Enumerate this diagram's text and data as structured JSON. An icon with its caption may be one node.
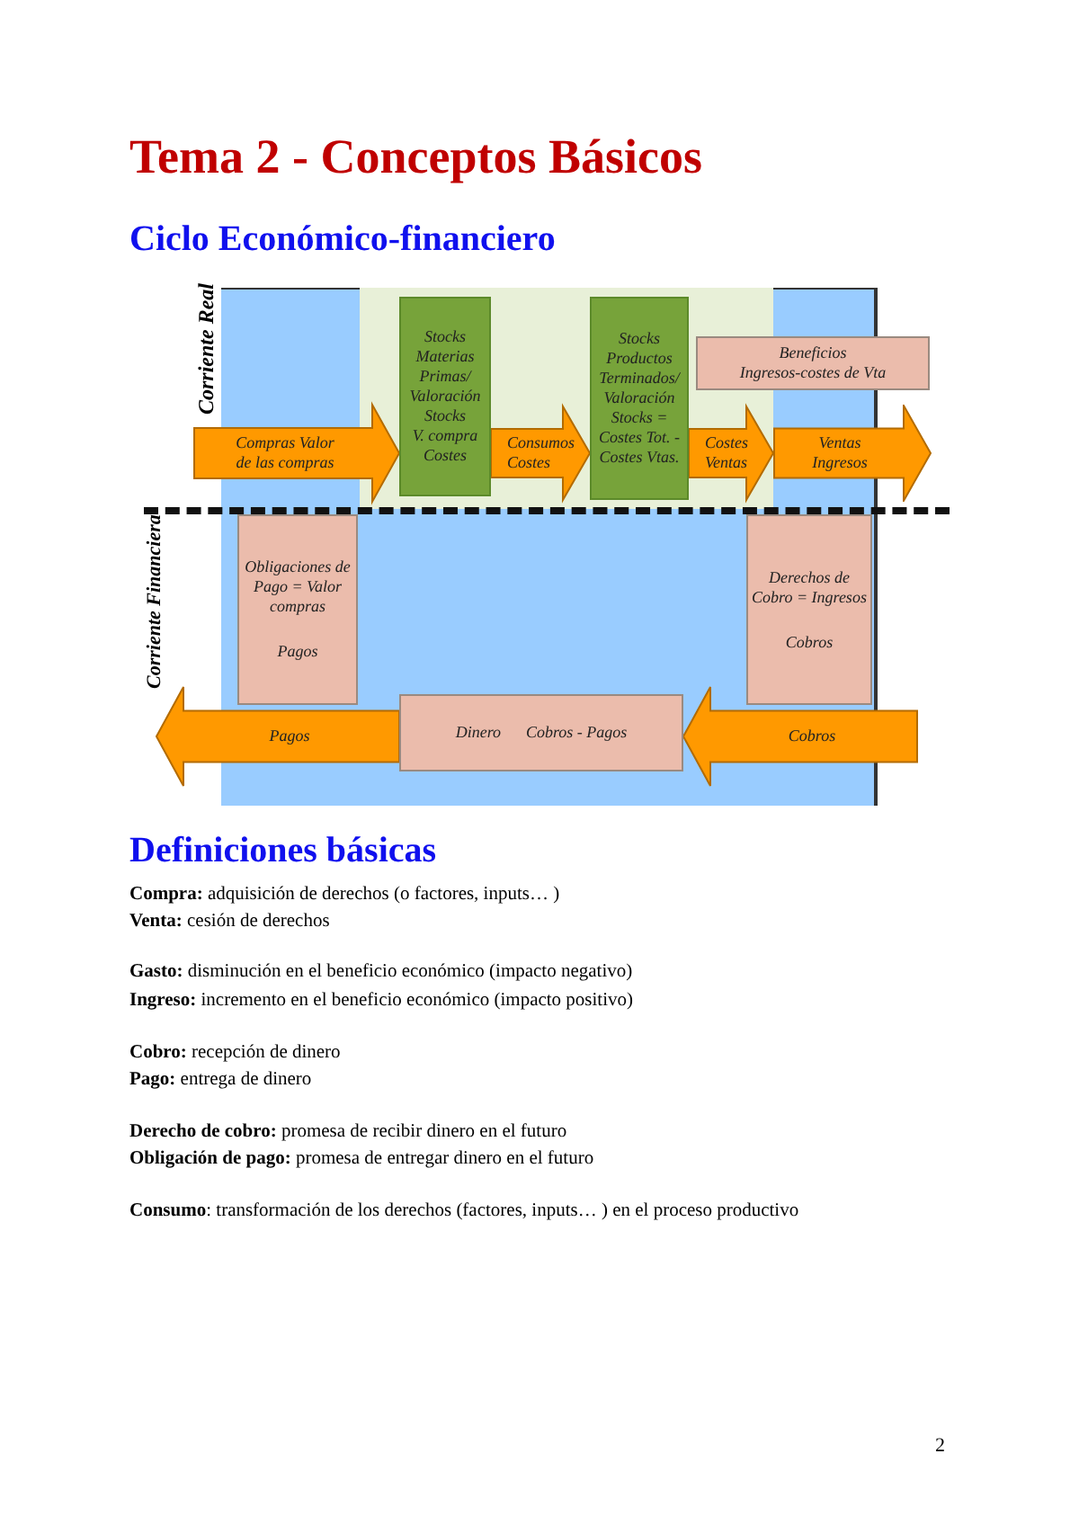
{
  "diagram": {
    "title": "Tema 2 - Conceptos Básicos",
    "nodes": [
      {
        "text": [
          "Stocks Materias Primas/",
          "Valoración Stocks",
          "V. compra Costes"
        ]
      },
      {
        "text": [
          "Stocks Productos Terminados/",
          "Valoración Stocks = Costes Tot. - Costes Vtas."
        ]
      },
      {
        "text": [
          "Beneficios",
          "Ingresos-costes de Vta"
        ]
      },
      {
        "text": [
          "Ventas",
          "Ingresos"
        ]
      },
      {
        "text": [
          "Obligaciones de Pago = Valor compras",
          "Pagos"
        ]
      },
      {
        "text": [
          "Derechos de Cobro = Ingresos",
          "Cobros"
        ]
      },
      {
        "text": [
          "Dinero",
          "Cobros - Pagos"
        ]
      }
    ],
    "edges": [
      {
        "from": null,
        "to": 0,
        "arrow": "to",
        "label": "Compras Valor de las compras"
      },
      {
        "from": 0,
        "to": 1,
        "arrow": "to",
        "label": "Consumos Costes"
      },
      {
        "from": 1,
        "to": 3,
        "arrow": "to",
        "label": "Costes Ventas"
      },
      {
        "from": null,
        "to": 6,
        "arrow": "to",
        "label": "Cobros"
      },
      {
        "from": 6,
        "to": null,
        "arrow": "to",
        "label": "Pagos"
      }
    ],
    "labels": [
      "Ciclo Económico-financiero",
      "Corriente Real",
      "Corriente Financiera",
      "Definiciones básicas",
      "**Compra:** adquisición de derechos (o factores, inputs… )",
      "**Venta:** cesión de derechos",
      "**Gasto:** disminución en el beneficio económico (impacto negativo)",
      "**Ingreso:** incremento en el beneficio económico (impacto positivo)",
      "**Cobro:** recepción de dinero",
      "**Pago:** entrega de dinero",
      "**Derecho de cobro:** promesa de recibir dinero en el futuro",
      "**Obligación de pago:** promesa de entregar dinero en el futuro",
      "**Consumo**: transformación de los derechos (factores, inputs… ) en el proceso productivo",
      "2"
    ]
  }
}
